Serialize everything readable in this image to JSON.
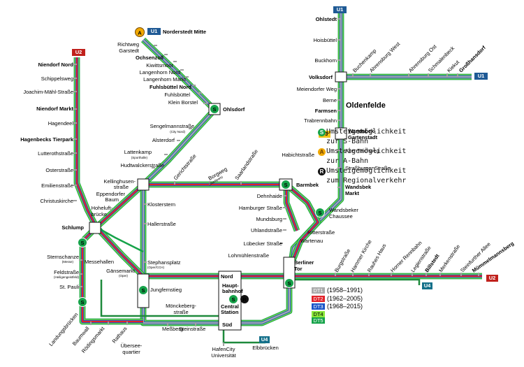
{
  "colors": {
    "dt1": "#aaaaaa",
    "dt2": "#e2232a",
    "dt3": "#1a55c8",
    "dt4": "#8ae83a",
    "dt5": "#16a34a",
    "line": "#1e8a3c",
    "badge_u1": "#1f5a95",
    "badge_u2": "#c0211c",
    "badge_u4": "#14708a",
    "badge_u3": "#f0c419"
  },
  "badges": {
    "u1_top": "U1",
    "u1_norderstedt": "U1",
    "u2_left": "U2",
    "u1_right": "U1",
    "u3": "U3",
    "u4_bottom": "U4",
    "u4_mid": "U4",
    "u2_right": "U2"
  },
  "district": "Oldenfelde",
  "stations": {
    "ohlstedt": "Ohlstedt",
    "hoisbuettel": "Hoisbüttel",
    "buckhorn": "Buckhorn",
    "volksdorf": "Volksdorf",
    "meiendorfer_weg": "Meiendorfer Weg",
    "berne": "Berne",
    "farmsen": "Farmsen",
    "trabrennbahn": "Trabrennbahn",
    "wandsbek_gartenstadt_1": "Wandsbek-",
    "wandsbek_gartenstadt_2": "Gartenstadt",
    "buchenkamp": "Buchenkamp",
    "ahrensburg_west": "Ahrensburg West",
    "ahrensburg_ost": "Ahrensburg Ost",
    "schmalenbeck": "Schmalenbeck",
    "kiekut": "Kiekut",
    "grosshansdorf": "Großhansdorf",
    "norderstedt_mitte": "Norderstedt Mitte",
    "richtweg": "Richtweg",
    "garstedt": "Garstedt",
    "ochsenzoll": "Ochsenzoll",
    "kiwittsmoor": "Kiwittsmoor",
    "langenhorn_nord": "Langenhorn Nord",
    "langenhorn_markt": "Langenhorn Markt",
    "fuhlsbuettel_nord": "Fuhlsbüttel Nord",
    "fuhlsbuettel": "Fuhlsbüttel",
    "klein_borstel": "Klein Borstel",
    "ohlsdorf": "Ohlsdorf",
    "sengelmannstrasse": "Sengelmannstraße",
    "sengelmann_note": "(City Nord)",
    "alsterdorf": "Alsterdorf",
    "lattenkamp": "Lattenkamp",
    "lattenkamp_note": "(Sporthalle)",
    "hudtwalckerstrasse": "Hudtwalckerstraße",
    "niendorf_nord": "Niendorf Nord",
    "schippelsweg": "Schippelsweg",
    "joachim_maehl": "Joachim-Mähl-Straße",
    "niendorf_markt": "Niendorf Markt",
    "hagendeel": "Hagendeel",
    "hagenbeck": "Hagenbecks Tierpark",
    "lutterothstrasse": "Lutterothstraße",
    "osterstrasse": "Osterstraße",
    "emilienstrasse": "Emilienstraße",
    "christuskirche": "Christuskirche",
    "schlump": "Schlump",
    "kellinghusen_1": "Kellinghusen-",
    "kellinghusen_2": "straße",
    "eppendorfer_1": "Eppendorfer",
    "eppendorfer_2": "Baum",
    "hoheluft_1": "Hoheluft-",
    "hoheluft_2": "brücke",
    "klosterstern": "Klosterstern",
    "hallerstrasse": "Hallerstraße",
    "stephansplatz": "Stephansplatz",
    "stephansplatz_note": "(Oper/CCH)",
    "messehallen": "Messehallen",
    "gaensemarkt": "Gänsemarkt",
    "gaensemarkt_note": "(Oper)",
    "jungfernstieg": "Jungfernstieg",
    "sternschanze": "Sternschanze",
    "sternschanze_note": "(Messe)",
    "feldstrasse": "Feldstraße",
    "feldstrasse_note": "(Heiligengeistfeld)",
    "st_pauli": "St. Pauli",
    "landungsbruecken": "Landungsbrücken",
    "baumwall": "Baumwall",
    "roedingsmarkt": "Rödingsmarkt",
    "rathaus": "Rathaus",
    "ueberseequartier_1": "Übersee-",
    "ueberseequartier_2": "quartier",
    "hafencity_1": "HafenCity",
    "hafencity_2": "Universität",
    "elbbruecken": "Elbbrücken",
    "moenckeberg_1": "Mönckeberg-",
    "moenckeberg_2": "straße",
    "messberg": "Meßberg",
    "steinstrasse": "Steinstraße",
    "hbf_nord": "Nord",
    "hbf_1": "Haupt-",
    "hbf_2": "bahnhof",
    "hbf_3": "Central",
    "hbf_4": "Station",
    "hbf_sued": "Süd",
    "gerichtstrasse": "Gerichtstraße",
    "borgweg": "Borgweg",
    "borgweg_note": "(Stadtpark)",
    "saarlandstrasse": "Saarlandstraße",
    "barmbek": "Barmbek",
    "habichtstrasse": "Habichtstraße",
    "alter_teichweg": "Alter Teichweg",
    "strassburger": "Straßburger Straße",
    "wandsbek_markt_1": "Wandsbek",
    "wandsbek_markt_2": "Markt",
    "wandsbeker_chaussee_1": "Wandsbeker",
    "wandsbeker_chaussee_2": "Chaussee",
    "dehnhaide": "Dehnhaide",
    "hamburger_strasse": "Hamburger Straße",
    "mundsburg": "Mundsburg",
    "uhlandstrasse": "Uhlandstraße",
    "ritterstrasse": "Ritterstraße",
    "wartenau": "Wartenau",
    "luebecker_strasse": "Lübecker Straße",
    "lohmuehlenstrasse": "Lohmühlenstraße",
    "berliner_tor_1": "Berliner",
    "berliner_tor_2": "Tor",
    "burgstrasse": "Burgstraße",
    "hammer_kirche": "Hammer Kirche",
    "rauhes_haus": "Rauhes Haus",
    "horner_rennbahn": "Horner Rennbahn",
    "legienstrasse": "Legienstraße",
    "billstedt": "Billstedt",
    "merkenstrasse": "Merkenstraße",
    "steinfurther": "Steinfurther Allee",
    "muemmelmannsberg": "Mümmelmannsberg"
  },
  "legend": {
    "s_icon": "S",
    "s_1": "Umsteigemöglichkeit",
    "s_2": "zur S-Bahn",
    "a_icon": "A",
    "a_1": "Umsteigemöglichkeit",
    "a_2": "zur A-Bahn",
    "r_icon": "R",
    "r_1": "Umsteigemöglichkeit",
    "r_2": "zum Regionalverkehr",
    "dt1": "DT1",
    "dt1_years": "(1958–1991)",
    "dt2": "DT2",
    "dt2_years": "(1962–2005)",
    "dt3": "DT3",
    "dt3_years": "(1968–2015)",
    "dt4": "DT4",
    "dt5": "DT5"
  }
}
